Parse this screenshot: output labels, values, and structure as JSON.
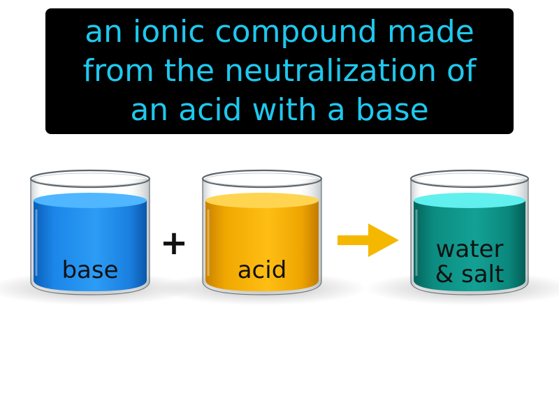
{
  "definition": {
    "lines": [
      "an ionic compound made",
      "from the neutralization of",
      "an acid with a base"
    ]
  },
  "equation": {
    "operator": "+",
    "beakers": [
      {
        "label_lines": [
          "base"
        ],
        "liquid_color": "#1f8ff0"
      },
      {
        "label_lines": [
          "acid"
        ],
        "liquid_color": "#f5b000"
      },
      {
        "label_lines": [
          "water",
          "& salt"
        ],
        "liquid_color": "#0f9a8e"
      }
    ],
    "arrow_color": "#f5b800",
    "banner_text_color": "#1ec8ee"
  }
}
